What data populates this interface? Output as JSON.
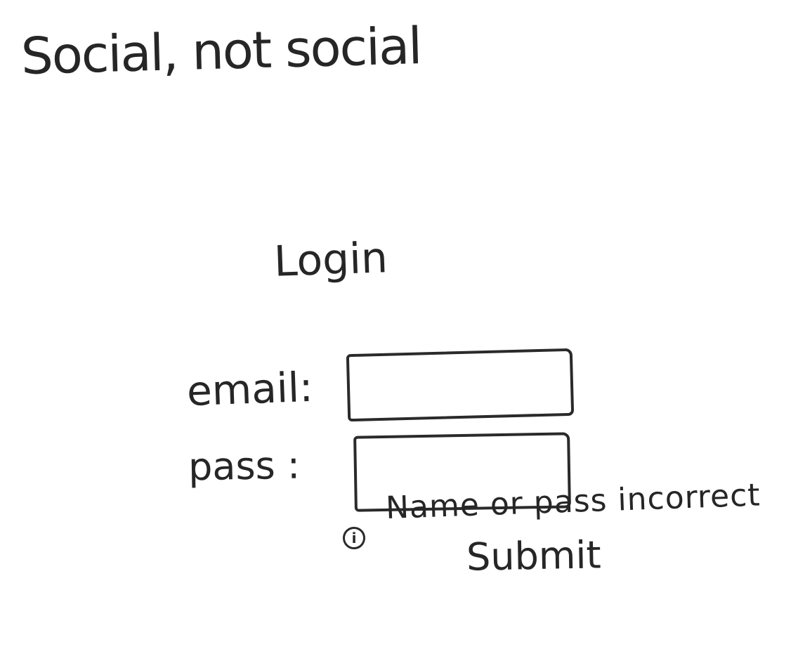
{
  "app": {
    "title": "Social, not social"
  },
  "login": {
    "heading": "Login",
    "email_label": "email:",
    "pass_label": "pass :",
    "email_value": "",
    "pass_value": "",
    "error_icon": "info-icon",
    "error_icon_glyph": "i",
    "error_message": "Name or pass incorrect",
    "submit_label": "Submit"
  }
}
